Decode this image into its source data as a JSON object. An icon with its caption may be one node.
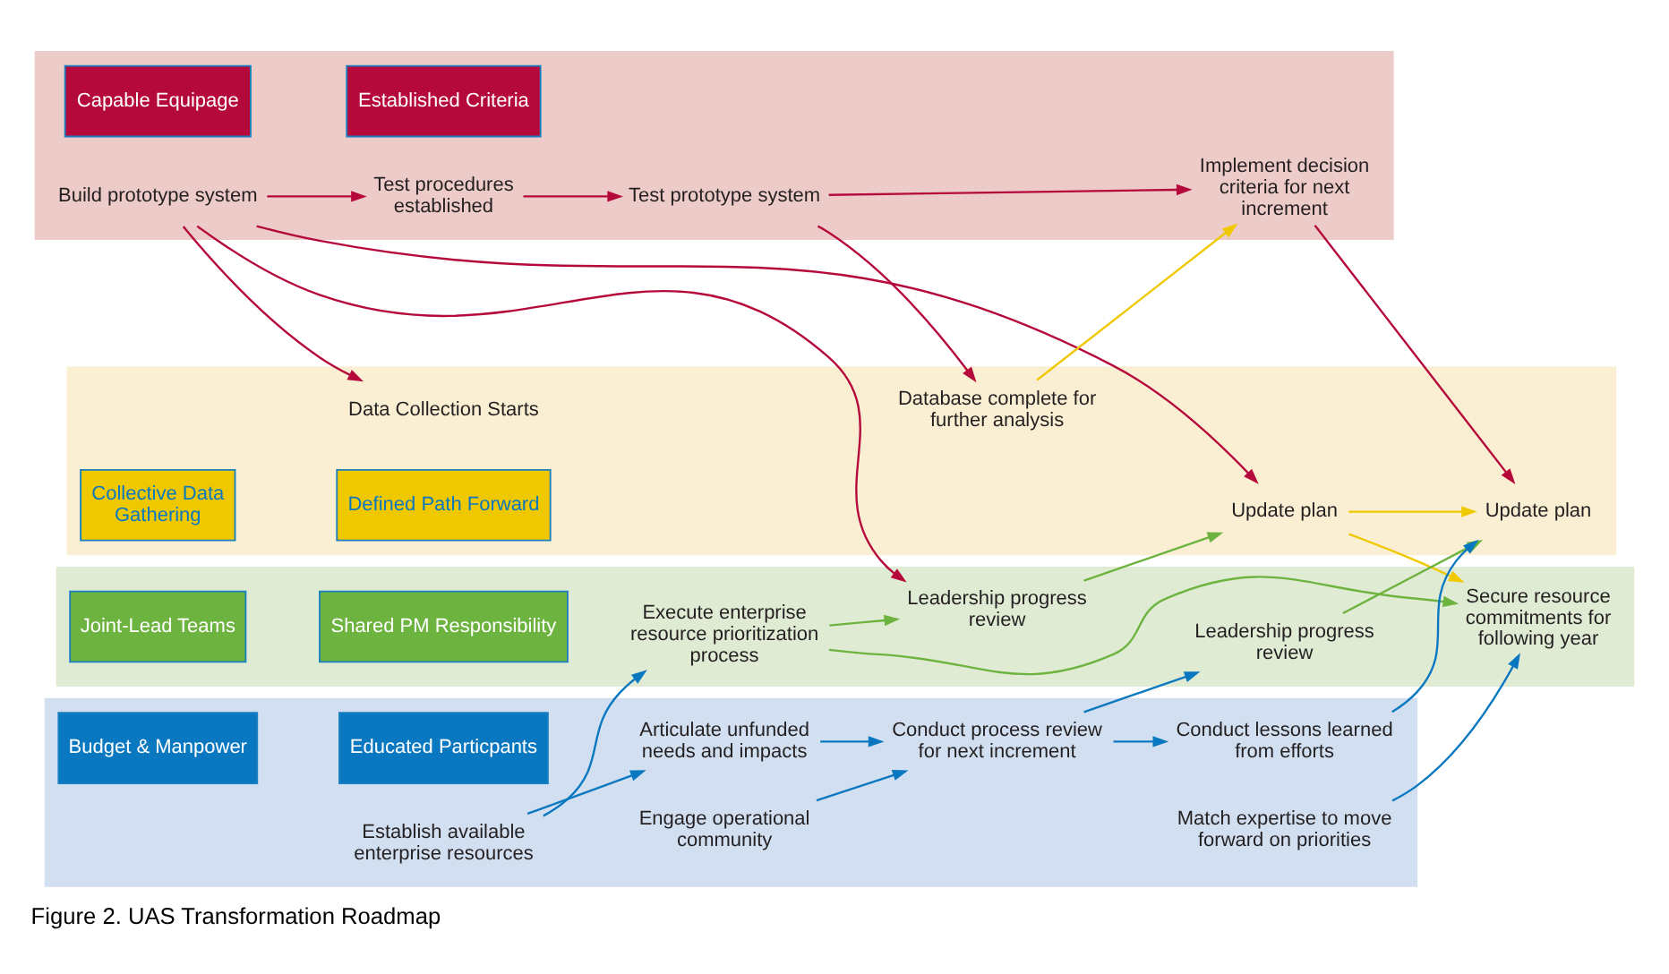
{
  "diagram": {
    "caption": "Figure 2. UAS Transformation Roadmap",
    "nodes": [
      {
        "text": [],
        "shape": "arrow"
      },
      {
        "text": [
          "Capable Equipage"
        ],
        "in": 0
      },
      {
        "text": [
          "Established Criteria"
        ],
        "in": 0
      },
      {
        "text": [
          "Build prototype system"
        ],
        "in": 0
      },
      {
        "text": [
          "Test procedures established"
        ],
        "in": 0
      },
      {
        "text": [
          "Test prototype system"
        ],
        "in": 0
      },
      {
        "text": [
          "Implement decision criteria for next increment"
        ],
        "in": 0
      },
      {
        "text": [],
        "shape": "arrow"
      },
      {
        "text": [
          "Collective Data Gathering"
        ],
        "in": 7
      },
      {
        "text": [
          "Defined Path Forward"
        ],
        "in": 7
      },
      {
        "text": [
          "Data Collection Starts"
        ],
        "in": 7
      },
      {
        "text": [
          "Update plan"
        ],
        "in": 7
      },
      {
        "text": [
          "Database complete for further analysis"
        ],
        "in": 7
      },
      {
        "text": [
          "Update plan"
        ],
        "in": 7
      },
      {
        "text": [],
        "shape": "arrow"
      },
      {
        "text": [
          "Joint-Lead Teams"
        ],
        "in": 14
      },
      {
        "text": [
          "Shared PM Responsibility"
        ],
        "in": 14
      },
      {
        "text": [
          "Leadership progress review"
        ],
        "in": 14
      },
      {
        "text": [
          "Execute enterprise resource prioritization process"
        ],
        "in": 14
      },
      {
        "text": [
          "Secure resource commitments for following year"
        ],
        "in": 14
      },
      {
        "text": [
          "Leadership progress review"
        ],
        "in": 14
      },
      {
        "text": [],
        "shape": "arrow"
      },
      {
        "text": [
          "Budget & Manpower"
        ],
        "in": 21
      },
      {
        "text": [
          "Educated Particpants"
        ],
        "in": 21
      },
      {
        "text": [
          "Establish available enterprise resources"
        ],
        "in": 21
      },
      {
        "text": [
          "Articulate unfunded needs and impacts"
        ],
        "in": 21
      },
      {
        "text": [
          "Engage operational community"
        ],
        "in": 21
      },
      {
        "text": [
          "Conduct process review for next increment"
        ],
        "in": 21
      },
      {
        "text": [
          "Match expertise to move forward on priorities"
        ],
        "in": 21
      },
      {
        "text": [
          "Conduct lessons learned from efforts"
        ],
        "in": 21
      }
    ],
    "edges": [
      {
        "from": 3,
        "to": 4,
        "arrow": "to",
        "color": "#b5093c"
      },
      {
        "from": 3,
        "to": 10,
        "arrow": "to",
        "color": "#b5093c"
      },
      {
        "from": 3,
        "to": 11,
        "arrow": "to",
        "color": "#b5093c"
      },
      {
        "from": 3,
        "to": 17,
        "arrow": "to",
        "color": "#b5093c"
      },
      {
        "from": 4,
        "to": 5,
        "arrow": "to",
        "color": "#b5093c"
      },
      {
        "from": 5,
        "to": 6,
        "arrow": "to",
        "color": "#b5093c"
      },
      {
        "from": 5,
        "to": 12,
        "arrow": "to",
        "color": "#b5093c"
      },
      {
        "from": 6,
        "to": 13,
        "arrow": "to",
        "color": "#b5093c"
      },
      {
        "from": 12,
        "to": 6,
        "arrow": "to",
        "color": "#f0c800"
      },
      {
        "from": 11,
        "to": 13,
        "arrow": "to",
        "color": "#f0c800"
      },
      {
        "from": 11,
        "to": 19,
        "arrow": "to",
        "color": "#f0c800"
      },
      {
        "from": 17,
        "to": 11,
        "arrow": "to",
        "color": "#6db33f"
      },
      {
        "from": 18,
        "to": 17,
        "arrow": "to",
        "color": "#6db33f"
      },
      {
        "from": 18,
        "to": 19,
        "arrow": "to",
        "color": "#6db33f"
      },
      {
        "from": 20,
        "to": 13,
        "arrow": "to",
        "color": "#6db33f"
      },
      {
        "from": 24,
        "to": 18,
        "arrow": "to",
        "color": "#0a78c0"
      },
      {
        "from": 24,
        "to": 25,
        "arrow": "to",
        "color": "#0a78c0"
      },
      {
        "from": 25,
        "to": 27,
        "arrow": "to",
        "color": "#0a78c0"
      },
      {
        "from": 26,
        "to": 27,
        "arrow": "to",
        "color": "#0a78c0"
      },
      {
        "from": 27,
        "to": 29,
        "arrow": "to",
        "color": "#0a78c0"
      },
      {
        "from": 27,
        "to": 20,
        "arrow": "to",
        "color": "#0a78c0"
      },
      {
        "from": 28,
        "to": 19,
        "arrow": "to",
        "color": "#0a78c0"
      },
      {
        "from": 29,
        "to": 13,
        "arrow": "to",
        "color": "#0a78c0"
      }
    ]
  }
}
